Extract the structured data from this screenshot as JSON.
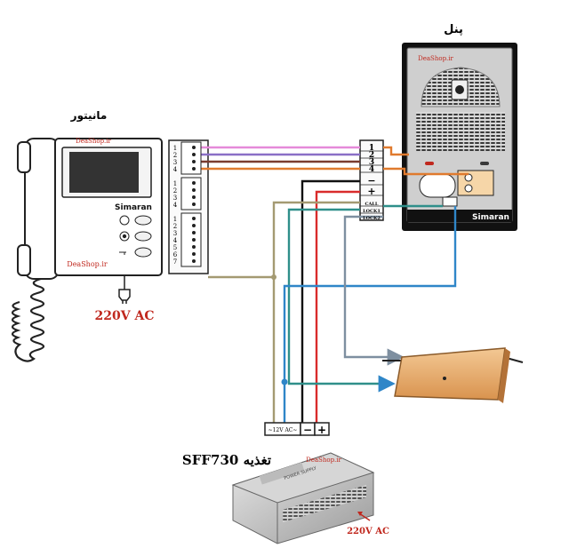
{
  "labels": {
    "monitor_title": "مانیتور",
    "panel_title": "پنل",
    "power_title": "تغذیه SFF730",
    "monitor_brand": "Simaran",
    "panel_brand": "Simaran",
    "watermark_panel": "DeaShop.ir",
    "watermark_monitor": "DeaShop.ir",
    "watermark_monitor_top": "DeaShop.ir",
    "watermark_power": "DeaShop.ir",
    "monitor_power": "220V AC",
    "psu_power": "220V AC",
    "psu_body_text": "POWER SUPPLY"
  },
  "monitor_terminals": {
    "group1": [
      "1",
      "2",
      "3",
      "4"
    ],
    "group2": [
      "1",
      "2",
      "3",
      "4"
    ],
    "group3": [
      "1",
      "2",
      "3",
      "4",
      "5",
      "6",
      "7"
    ]
  },
  "panel_terminals": {
    "numbers": [
      "1",
      "2",
      "3",
      "4"
    ],
    "minus": "−",
    "plus": "+",
    "call": "CALL",
    "lock1": "LOCK1",
    "lock2": "LOCK2"
  },
  "psu_terminals": {
    "ac": "~12V AC~",
    "minus": "−",
    "plus": "+"
  },
  "colors": {
    "wire1": "#e58ad9",
    "wire2": "#8a6fc6",
    "wire3": "#7a3b2e",
    "wire4": "#e07a2e",
    "wire_black": "#111111",
    "wire_red": "#d92b2b",
    "wire_olive": "#a49a72",
    "wire_teal": "#2f8f8a",
    "wire_blue": "#2f86c8",
    "wire_gray": "#7e8fa0",
    "red_text": "#c0281e"
  }
}
